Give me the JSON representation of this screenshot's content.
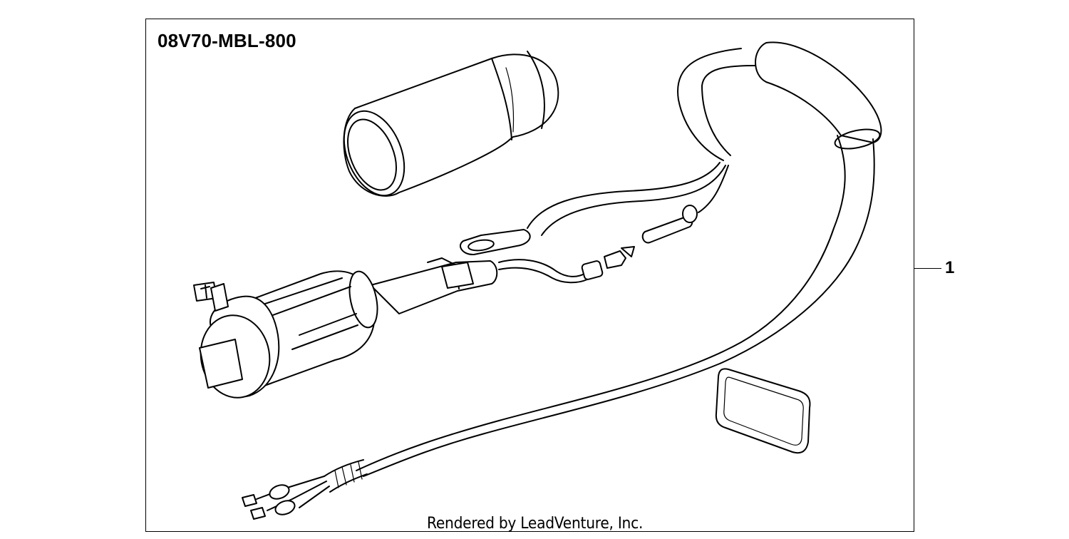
{
  "diagram": {
    "part_number": "08V70-MBL-800",
    "callouts": [
      {
        "label": "1"
      }
    ],
    "watermark": "Rendered by LeadVenture, Inc.",
    "colors": {
      "line": "#000000",
      "background": "#ffffff"
    }
  }
}
